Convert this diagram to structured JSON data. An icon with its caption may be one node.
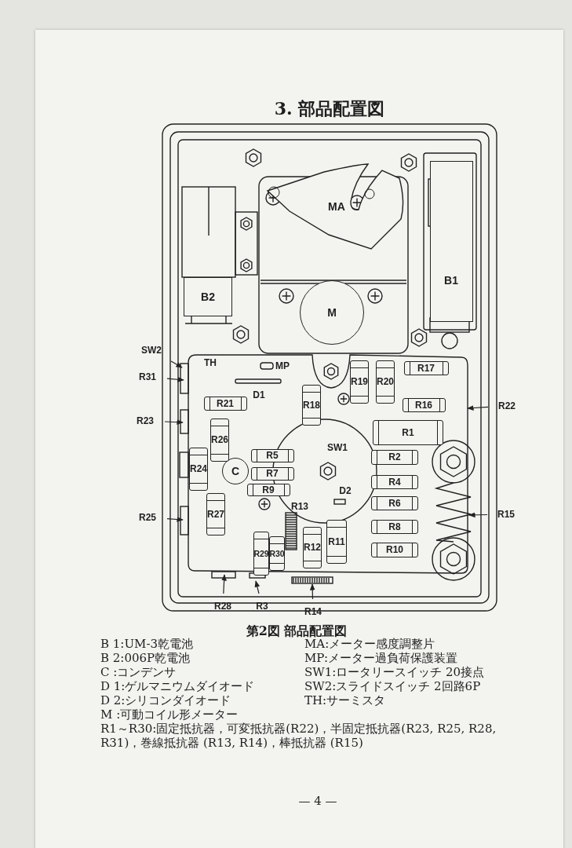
{
  "diagram": {
    "title": "3. 部品配置図",
    "caption": "第2図 部品配置図",
    "nodes": [
      {
        "text": [
          "B2"
        ]
      },
      {
        "text": [
          "MA"
        ]
      },
      {
        "text": [
          "M"
        ]
      },
      {
        "text": [
          "B1"
        ]
      },
      {
        "text": [
          "SW2"
        ]
      },
      {
        "text": [
          "R31"
        ]
      },
      {
        "text": [
          "R17"
        ]
      },
      {
        "text": [
          "R19"
        ]
      },
      {
        "text": [
          "R20"
        ]
      },
      {
        "text": [
          "R21"
        ]
      },
      {
        "text": [
          "R16"
        ]
      },
      {
        "text": [
          "R22"
        ]
      },
      {
        "text": [
          "R18"
        ]
      },
      {
        "text": [
          "R23"
        ]
      },
      {
        "text": [
          "R26"
        ]
      },
      {
        "text": [
          "R1"
        ]
      },
      {
        "text": [
          "SW1"
        ]
      },
      {
        "text": [
          "R5"
        ]
      },
      {
        "text": [
          "R2"
        ]
      },
      {
        "text": [
          "R24"
        ]
      },
      {
        "text": [
          "C"
        ]
      },
      {
        "text": [
          "R7"
        ]
      },
      {
        "text": [
          "R4"
        ]
      },
      {
        "text": [
          "R9"
        ]
      },
      {
        "text": [
          "R6"
        ]
      },
      {
        "text": [
          "R25"
        ]
      },
      {
        "text": [
          "R27"
        ]
      },
      {
        "text": [
          "R15"
        ]
      },
      {
        "text": [
          "R8"
        ]
      },
      {
        "text": [
          "R12"
        ]
      },
      {
        "text": [
          "R11"
        ]
      },
      {
        "text": [
          "R29"
        ]
      },
      {
        "text": [
          "R30"
        ]
      },
      {
        "text": [
          "R10"
        ]
      },
      {
        "text": [
          "R28"
        ]
      },
      {
        "text": [
          "R3"
        ]
      },
      {
        "text": [
          "R14"
        ]
      }
    ],
    "edges": [
      {
        "from": 4,
        "to": null,
        "arrow": "to"
      },
      {
        "from": 5,
        "to": null,
        "arrow": "to"
      },
      {
        "from": 11,
        "to": null,
        "arrow": "to"
      },
      {
        "from": 13,
        "to": null,
        "arrow": "to"
      },
      {
        "from": 25,
        "to": null,
        "arrow": "to"
      },
      {
        "from": 27,
        "to": null,
        "arrow": "to"
      },
      {
        "from": 34,
        "to": null,
        "arrow": "to"
      },
      {
        "from": 35,
        "to": null,
        "arrow": "to"
      },
      {
        "from": 36,
        "to": null,
        "arrow": "to"
      }
    ],
    "labels": [
      "TH",
      "MP",
      "D1",
      "D2",
      "R13",
      "B 1:UM-3乾電池",
      "MA:メーター感度調整片",
      "B 2:006P乾電池",
      "MP:メーター過負荷保護装置",
      "C :コンデンサ",
      "SW1:ロータリースイッチ 20接点",
      "D 1:ゲルマニウムダイオード",
      "SW2:スライドスイッチ 2回路6P",
      "D 2:シリコンダイオード",
      "TH:サーミスタ",
      "M :可動コイル形メーター",
      "R1～R30:固定抵抗器，可変抵抗器(R22)，半固定抵抗器(R23, R25, R28, R31)，巻線抵抗器 (R13, R14)，棒抵抗器 (R15)",
      "— 4 —"
    ]
  }
}
